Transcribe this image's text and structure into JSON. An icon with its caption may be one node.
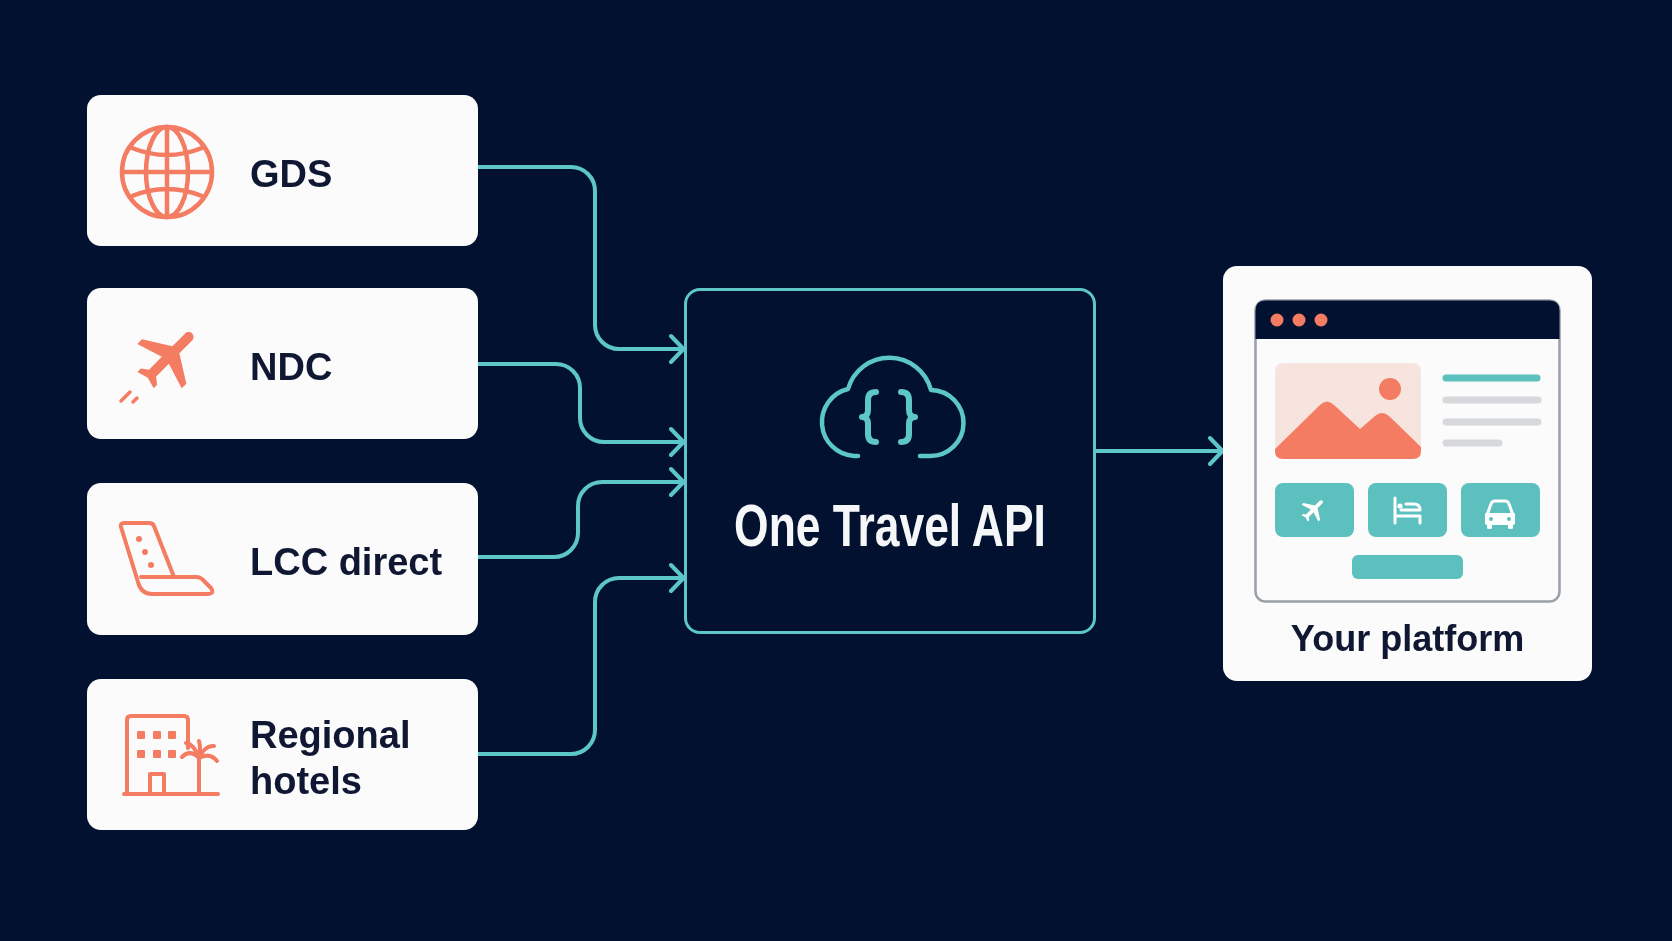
{
  "diagram": {
    "nodes": [
      {
        "text": [
          "GDS"
        ]
      },
      {
        "text": [
          "NDC"
        ]
      },
      {
        "text": [
          "LCC direct"
        ]
      },
      {
        "text": [
          "Regional hotels"
        ]
      },
      {
        "text": [
          "One Travel API"
        ]
      },
      {
        "text": [
          "Your platform"
        ]
      }
    ],
    "edges": [
      {
        "from": 0,
        "to": 4,
        "arrow": "to"
      },
      {
        "from": 1,
        "to": 4,
        "arrow": "to"
      },
      {
        "from": 2,
        "to": 4,
        "arrow": "to"
      },
      {
        "from": 3,
        "to": 4,
        "arrow": "to"
      },
      {
        "from": 4,
        "to": 5,
        "arrow": "to"
      }
    ]
  }
}
